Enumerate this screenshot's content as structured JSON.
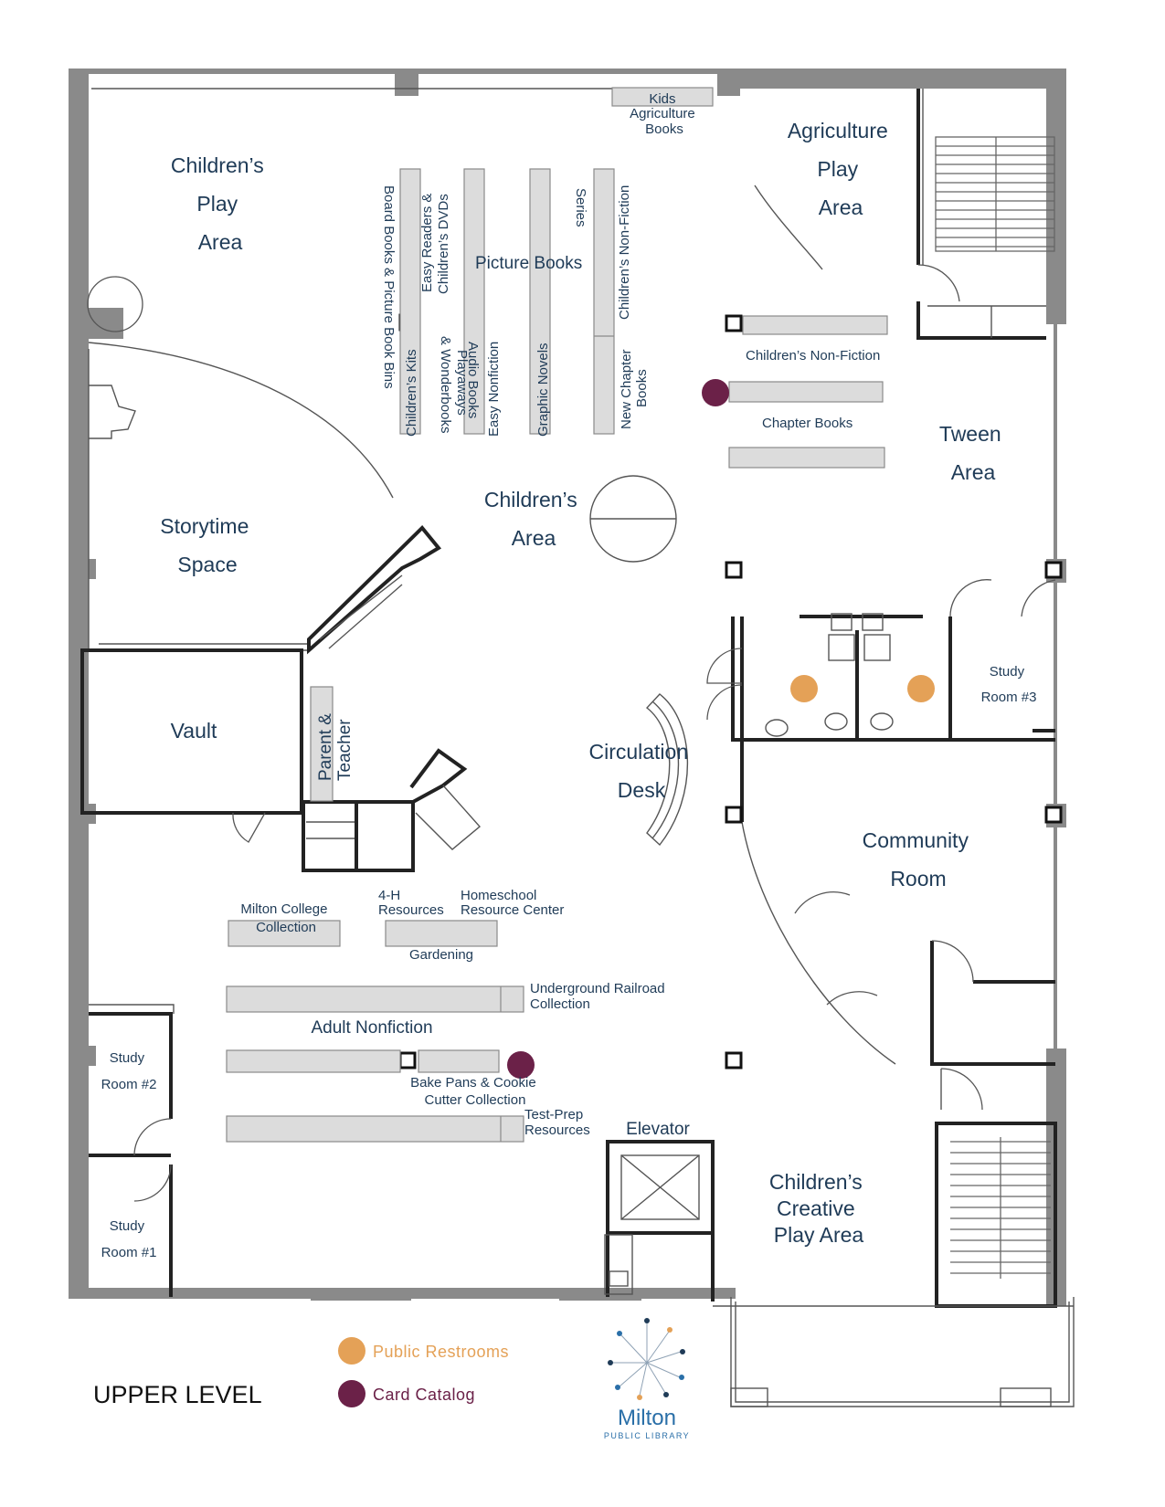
{
  "title": "UPPER LEVEL",
  "rooms": {
    "childrens_play": [
      "Children’s",
      "Play",
      "Area"
    ],
    "agriculture_play": [
      "Agriculture",
      "Play",
      "Area"
    ],
    "storytime": [
      "Storytime",
      "Space"
    ],
    "childrens_area": [
      "Children’s",
      "Area"
    ],
    "tween": [
      "Tween",
      "Area"
    ],
    "vault": "Vault",
    "circulation": [
      "Circulation",
      "Desk"
    ],
    "study3": [
      "Study",
      "Room #3"
    ],
    "community": [
      "Community",
      "Room"
    ],
    "study2": [
      "Study",
      "Room #2"
    ],
    "study1": [
      "Study",
      "Room #1"
    ],
    "elevator": "Elevator",
    "creative": [
      "Children’s",
      "Creative",
      "Play Area"
    ]
  },
  "collections": {
    "kids_ag": [
      "Kids",
      "Agriculture",
      "Books"
    ],
    "board_books": "Board Books & Picture Book Bins",
    "easy_readers": [
      "Easy Readers &",
      "Children’s DVDs"
    ],
    "picture_books": "Picture Books",
    "series": "Series",
    "childrens_nf_vert": "Children’s Non-Fiction",
    "childrens_kits": "Children’s Kits",
    "playaways": [
      "& Wonderbooks",
      "Playaways"
    ],
    "audio_books": "Audio Books",
    "easy_nonfiction": "Easy Nonfiction",
    "graphic_novels": "Graphic Novels",
    "new_chapter": [
      "New Chapter",
      "Books"
    ],
    "childrens_nf": "Children’s Non-Fiction",
    "chapter_books": "Chapter Books",
    "parent_teacher": [
      "Parent &",
      "Teacher"
    ],
    "milton_college": [
      "Milton College",
      "Collection"
    ],
    "four_h": [
      "4-H",
      "Resources"
    ],
    "homeschool": [
      "Homeschool",
      "Resource Center"
    ],
    "gardening": "Gardening",
    "underground": [
      "Underground Railroad",
      "Collection"
    ],
    "adult_nonfiction": "Adult Nonfiction",
    "bake_pans": [
      "Bake Pans & Cookie",
      "Cutter Collection"
    ],
    "test_prep": [
      "Test-Prep",
      "Resources"
    ]
  },
  "legend": {
    "restrooms": "Public Restrooms",
    "catalog": "Card Catalog"
  },
  "logo": {
    "name": "Milton",
    "sub": "PUBLIC LIBRARY"
  },
  "colors": {
    "restroom": "#e4a157",
    "catalog": "#6b2148",
    "label": "#1f3b57",
    "wall": "#8a8a8a",
    "shelf": "#dcdcdc"
  }
}
